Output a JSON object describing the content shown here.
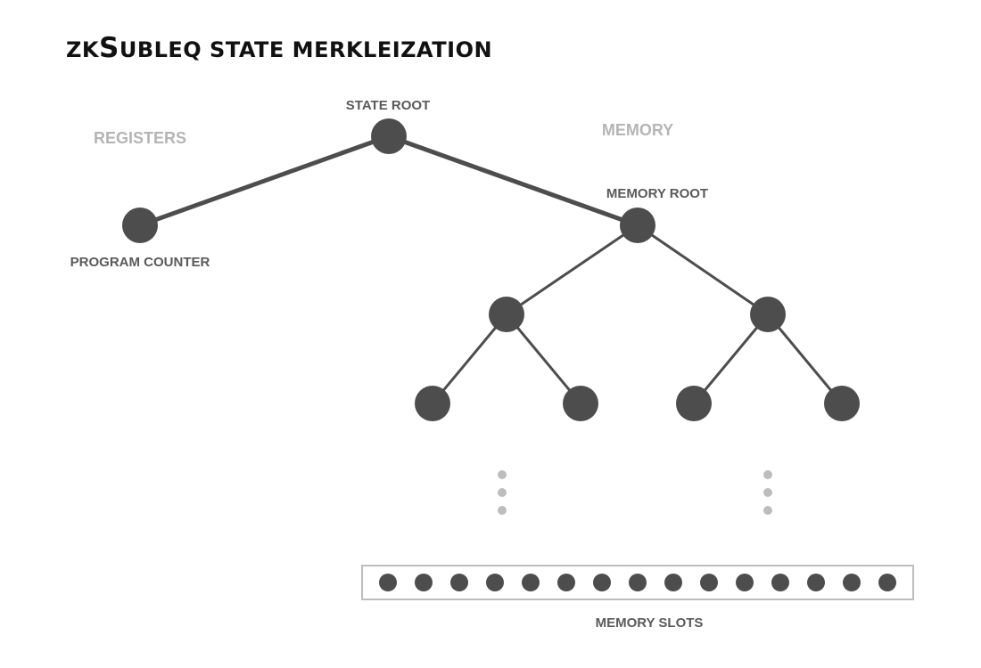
{
  "title": {
    "prefix": "zk",
    "big_s": "S",
    "rest": "ubleq state merkleization"
  },
  "labels": {
    "state_root": "STATE ROOT",
    "registers": "REGISTERS",
    "memory": "MEMORY",
    "memory_root": "MEMORY ROOT",
    "program_counter": "PROGRAM COUNTER",
    "memory_slots": "MEMORY SLOTS"
  },
  "memory_slot_count": 15,
  "colors": {
    "node": "#4d4d4d",
    "muted": "#bdbdbd",
    "label": "#5a5a5a",
    "section_label": "#b5b5b5"
  }
}
